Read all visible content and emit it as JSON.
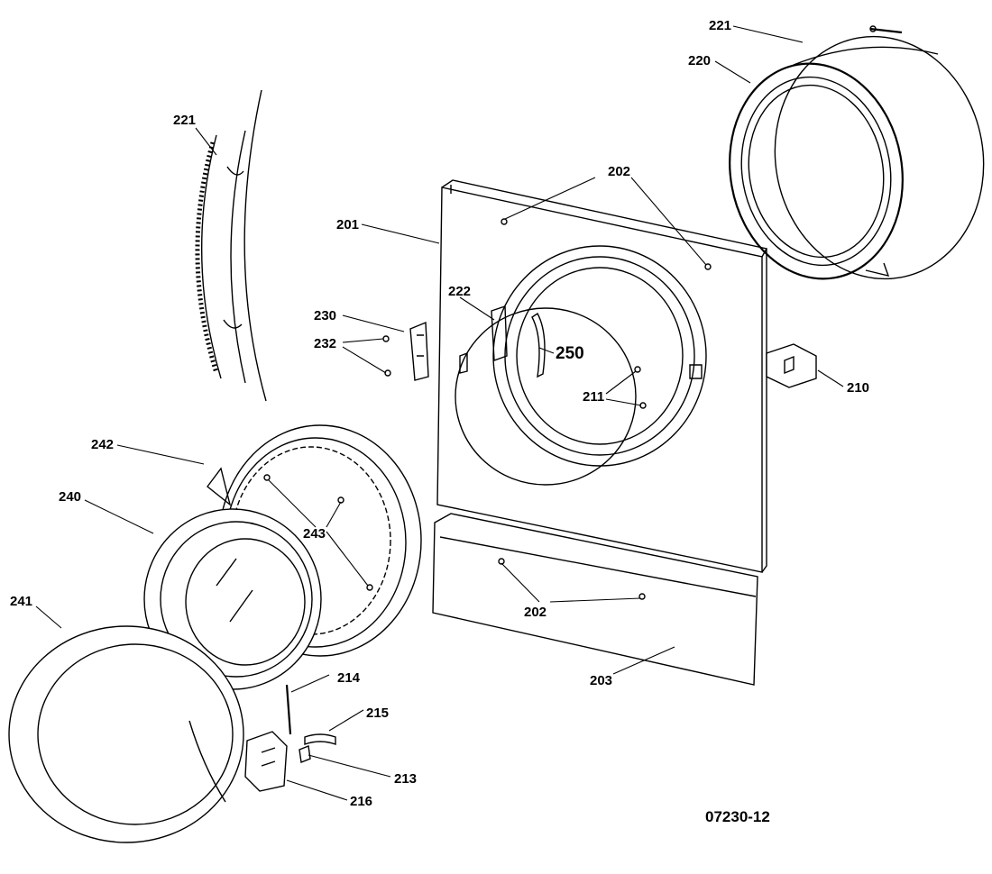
{
  "callouts": {
    "c221a": "221",
    "c220": "220",
    "c221b": "221",
    "c202a": "202",
    "c201": "201",
    "c222": "222",
    "c230": "230",
    "c232": "232",
    "c250": "250",
    "c211": "211",
    "c210": "210",
    "c242": "242",
    "c240": "240",
    "c243": "243",
    "c241": "241",
    "c202b": "202",
    "c203": "203",
    "c214": "214",
    "c215": "215",
    "c213": "213",
    "c216": "216"
  },
  "drawing_number": "07230-12"
}
